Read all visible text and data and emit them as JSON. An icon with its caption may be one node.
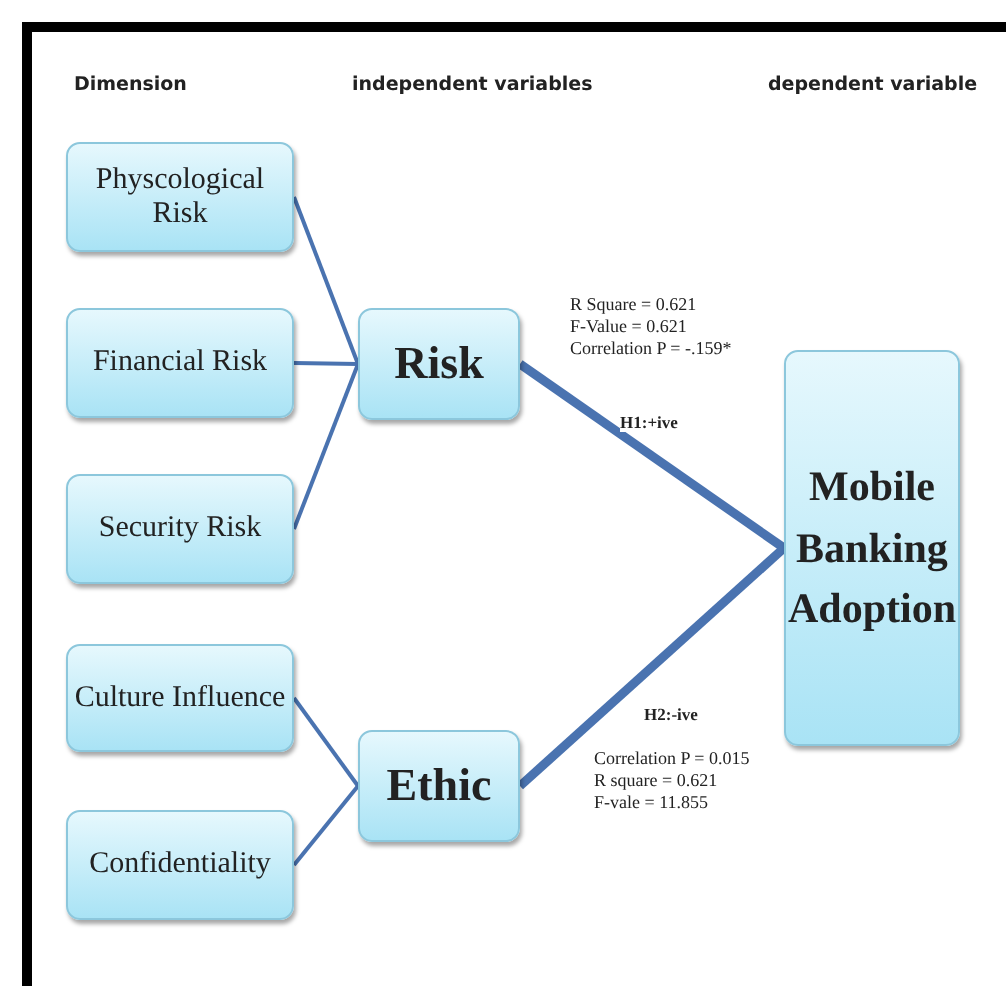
{
  "diagram": {
    "nodes": [
      {
        "text": [
          "Physcological Risk"
        ]
      },
      {
        "text": [
          "Financial Risk"
        ]
      },
      {
        "text": [
          "Security Risk"
        ]
      },
      {
        "text": [
          "Culture Influence"
        ]
      },
      {
        "text": [
          "Confidentiality"
        ]
      },
      {
        "text": [
          "Risk"
        ]
      },
      {
        "text": [
          "Ethic"
        ]
      },
      {
        "text": [
          "Mobile Banking Adoption"
        ]
      }
    ],
    "edges": [
      {
        "from": 0,
        "to": 5,
        "arrow": "none"
      },
      {
        "from": 1,
        "to": 5,
        "arrow": "none"
      },
      {
        "from": 2,
        "to": 5,
        "arrow": "none"
      },
      {
        "from": 3,
        "to": 6,
        "arrow": "none"
      },
      {
        "from": 4,
        "to": 6,
        "arrow": "none"
      },
      {
        "from": 5,
        "to": 7,
        "arrow": "none",
        "label": "H1:+ive",
        "style": "thick"
      },
      {
        "from": 6,
        "to": 7,
        "arrow": "none",
        "label": "H2:-ive",
        "style": "thick"
      }
    ],
    "labels": [
      "Dimension",
      "independent variables",
      "dependent variable",
      "R Square = 0.621",
      "F-Value = 0.621",
      "Correlation P = -.159*",
      "Correlation P = 0.015",
      "R square = 0.621",
      "F-vale = 11.855"
    ]
  }
}
